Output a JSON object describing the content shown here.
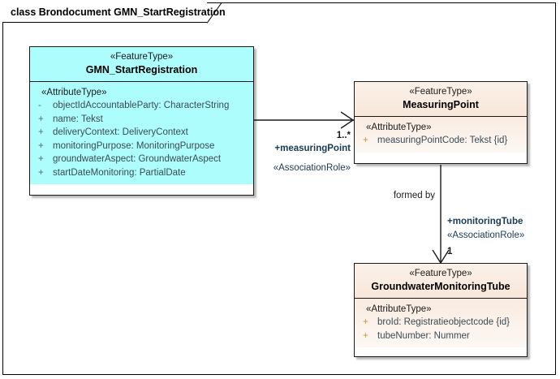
{
  "diagram": {
    "frame_title": "class Brondocument GMN_StartRegistration",
    "colors": {
      "cyan_fill": "#ADFDFD",
      "peach_fill": "#F8E7D9",
      "border": "#1A1A1A",
      "attribute_text": "#3B4A54",
      "public_marker": "#C79338"
    }
  },
  "classes": [
    {
      "id": "gmn-start-registration",
      "stereotype": "«FeatureType»",
      "name": "GMN_StartRegistration",
      "attribute_stereotype": "«AttributeType»",
      "attributes": [
        {
          "visibility": "-",
          "text": "objectIdAccountableParty: CharacterString"
        },
        {
          "visibility": "+",
          "text": "name: Tekst"
        },
        {
          "visibility": "+",
          "text": "deliveryContext: DeliveryContext"
        },
        {
          "visibility": "+",
          "text": "monitoringPurpose: MonitoringPurpose"
        },
        {
          "visibility": "+",
          "text": "groundwaterAspect: GroundwaterAspect"
        },
        {
          "visibility": "+",
          "text": "startDateMonitoring: PartialDate"
        }
      ]
    },
    {
      "id": "measuring-point",
      "stereotype": "«FeatureType»",
      "name": "MeasuringPoint",
      "attribute_stereotype": "«AttributeType»",
      "attributes": [
        {
          "visibility": "+",
          "text": "measuringPointCode: Tekst {id}"
        }
      ]
    },
    {
      "id": "groundwater-monitoring-tube",
      "stereotype": "«FeatureType»",
      "name": "GroundwaterMonitoringTube",
      "attribute_stereotype": "«AttributeType»",
      "attributes": [
        {
          "visibility": "+",
          "text": "broId: Registratieobjectcode {id}"
        },
        {
          "visibility": "+",
          "text": "tubeNumber: Nummer"
        }
      ]
    }
  ],
  "associations": [
    {
      "id": "gmn-to-measuringpoint",
      "multiplicity": "1..*",
      "role": "+measuringPoint",
      "stereotype": "«AssociationRole»"
    },
    {
      "id": "measuringpoint-to-tube",
      "name": "formed by",
      "role": "+monitoringTube",
      "stereotype": "«AssociationRole»",
      "multiplicity": "1"
    }
  ]
}
